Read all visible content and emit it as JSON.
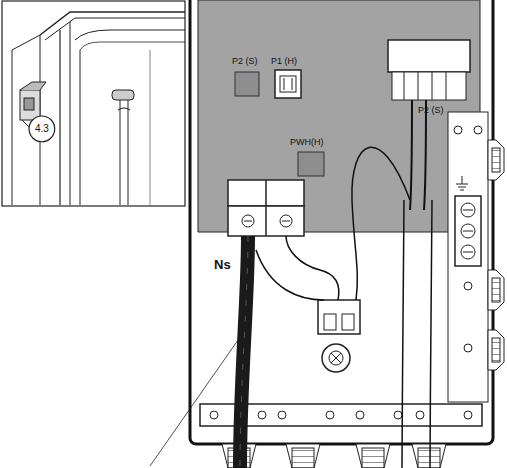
{
  "diagram": {
    "nodes": [
      {
        "text": [
          "4.3"
        ]
      }
    ],
    "labels": [
      "P2 (S)",
      "P1 (H)",
      "PWH(H)",
      "P2 (S)",
      "Ns"
    ]
  }
}
